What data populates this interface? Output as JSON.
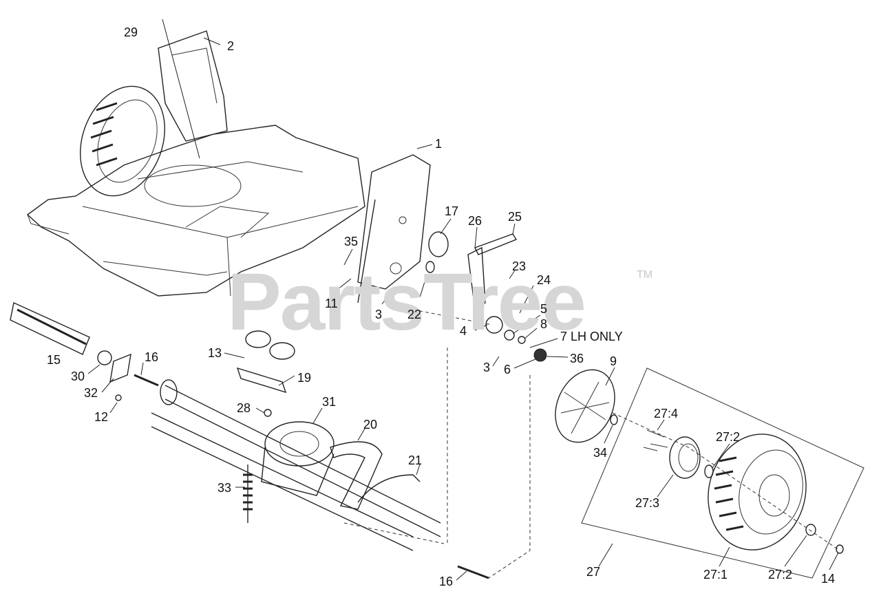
{
  "watermark": {
    "text": "PartsTree",
    "tm": "TM"
  },
  "callouts": [
    {
      "id": "c29",
      "text": "29"
    },
    {
      "id": "c2",
      "text": "2"
    },
    {
      "id": "c1",
      "text": "1"
    },
    {
      "id": "c17",
      "text": "17"
    },
    {
      "id": "c26",
      "text": "26"
    },
    {
      "id": "c25",
      "text": "25"
    },
    {
      "id": "c35",
      "text": "35"
    },
    {
      "id": "c23",
      "text": "23"
    },
    {
      "id": "c24",
      "text": "24"
    },
    {
      "id": "c11",
      "text": "11"
    },
    {
      "id": "c3a",
      "text": "3"
    },
    {
      "id": "c22",
      "text": "22"
    },
    {
      "id": "c5",
      "text": "5"
    },
    {
      "id": "c8",
      "text": "8"
    },
    {
      "id": "c4",
      "text": "4"
    },
    {
      "id": "c7",
      "text": "7 LH ONLY"
    },
    {
      "id": "c15",
      "text": "15"
    },
    {
      "id": "c13",
      "text": "13"
    },
    {
      "id": "c16a",
      "text": "16"
    },
    {
      "id": "c30",
      "text": "30"
    },
    {
      "id": "c32",
      "text": "32"
    },
    {
      "id": "c19",
      "text": "19"
    },
    {
      "id": "c3b",
      "text": "3"
    },
    {
      "id": "c36",
      "text": "36"
    },
    {
      "id": "c6",
      "text": "6"
    },
    {
      "id": "c9",
      "text": "9"
    },
    {
      "id": "c12",
      "text": "12"
    },
    {
      "id": "c28",
      "text": "28"
    },
    {
      "id": "c31",
      "text": "31"
    },
    {
      "id": "c20",
      "text": "20"
    },
    {
      "id": "c27_4",
      "text": "27:4"
    },
    {
      "id": "c27_2a",
      "text": "27:2"
    },
    {
      "id": "c34",
      "text": "34"
    },
    {
      "id": "c21",
      "text": "21"
    },
    {
      "id": "c33",
      "text": "33"
    },
    {
      "id": "c27_3",
      "text": "27:3"
    },
    {
      "id": "c16b",
      "text": "16"
    },
    {
      "id": "c27",
      "text": "27"
    },
    {
      "id": "c27_1",
      "text": "27:1"
    },
    {
      "id": "c27_2b",
      "text": "27:2"
    },
    {
      "id": "c14",
      "text": "14"
    }
  ]
}
